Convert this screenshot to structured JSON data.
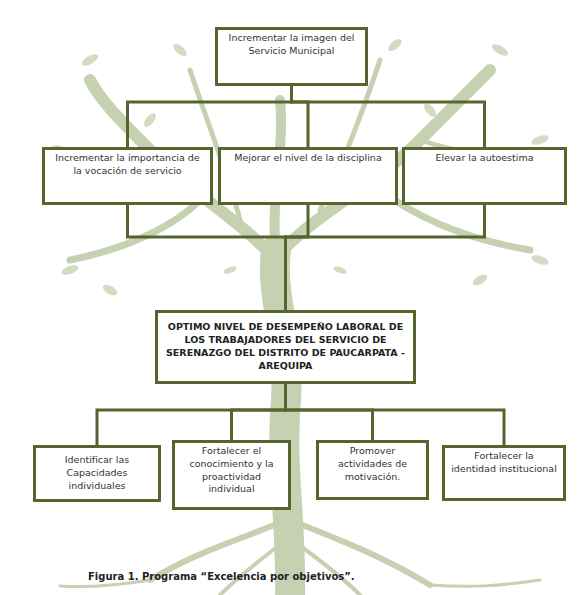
{
  "diagram": {
    "caption": "Figura 1. Programa “Excelencia por objetivos”.",
    "nodes": [
      {
        "text": [
          "Incrementar la imagen del Servicio Municipal"
        ]
      },
      {
        "text": [
          "Incrementar la importancia de la vocación de servicio"
        ]
      },
      {
        "text": [
          "Mejorar el nivel de la disciplina"
        ]
      },
      {
        "text": [
          "Elevar la autoestima"
        ]
      },
      {
        "text": [
          "OPTIMO NIVEL DE DESEMPEÑO LABORAL DE LOS TRABAJADORES DEL SERVICIO DE SERENAZGO DEL DISTRITO DE PAUCARPATA - AREQUIPA"
        ]
      },
      {
        "text": [
          "Identificar las Capacidades individuales"
        ]
      },
      {
        "text": [
          "Fortalecer el conocimiento y la proactividad individual"
        ]
      },
      {
        "text": [
          "Promover actividades de motivación."
        ]
      },
      {
        "text": [
          "Fortalecer la identidad institucional"
        ]
      }
    ],
    "edges": [
      {
        "from": 0,
        "to": 1,
        "arrow": "none"
      },
      {
        "from": 0,
        "to": 2,
        "arrow": "none"
      },
      {
        "from": 0,
        "to": 3,
        "arrow": "none"
      },
      {
        "from": 1,
        "to": 4,
        "arrow": "none"
      },
      {
        "from": 2,
        "to": 4,
        "arrow": "none"
      },
      {
        "from": 3,
        "to": 4,
        "arrow": "none"
      },
      {
        "from": 4,
        "to": 5,
        "arrow": "none"
      },
      {
        "from": 4,
        "to": 6,
        "arrow": "none"
      },
      {
        "from": 4,
        "to": 7,
        "arrow": "none"
      },
      {
        "from": 4,
        "to": 8,
        "arrow": "none"
      }
    ]
  }
}
